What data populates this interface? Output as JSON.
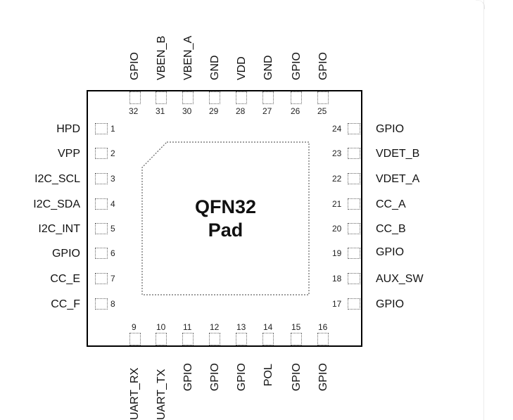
{
  "package": {
    "center_title": "QFN32",
    "center_subtitle": "Pad"
  },
  "pins": {
    "left": [
      {
        "num": "1",
        "name": "HPD"
      },
      {
        "num": "2",
        "name": "VPP"
      },
      {
        "num": "3",
        "name": "I2C_SCL"
      },
      {
        "num": "4",
        "name": "I2C_SDA"
      },
      {
        "num": "5",
        "name": "I2C_INT"
      },
      {
        "num": "6",
        "name": "GPIO"
      },
      {
        "num": "7",
        "name": "CC_E"
      },
      {
        "num": "8",
        "name": "CC_F"
      }
    ],
    "bottom": [
      {
        "num": "9",
        "name": "UART_RX"
      },
      {
        "num": "10",
        "name": "UART_TX"
      },
      {
        "num": "11",
        "name": "GPIO"
      },
      {
        "num": "12",
        "name": "GPIO"
      },
      {
        "num": "13",
        "name": "GPIO"
      },
      {
        "num": "14",
        "name": "POL"
      },
      {
        "num": "15",
        "name": "GPIO"
      },
      {
        "num": "16",
        "name": "GPIO"
      }
    ],
    "right": [
      {
        "num": "17",
        "name": "GPIO"
      },
      {
        "num": "18",
        "name": "AUX_SW"
      },
      {
        "num": "19",
        "name": "GPIO"
      },
      {
        "num": "20",
        "name": "CC_B"
      },
      {
        "num": "21",
        "name": "CC_A"
      },
      {
        "num": "22",
        "name": "VDET_A"
      },
      {
        "num": "23",
        "name": "VDET_B"
      },
      {
        "num": "24",
        "name": "GPIO"
      }
    ],
    "top": [
      {
        "num": "25",
        "name": "GPIO"
      },
      {
        "num": "26",
        "name": "GPIO"
      },
      {
        "num": "27",
        "name": "GND"
      },
      {
        "num": "28",
        "name": "VDD"
      },
      {
        "num": "29",
        "name": "GND"
      },
      {
        "num": "30",
        "name": "VBEN_A"
      },
      {
        "num": "31",
        "name": "VBEN_B"
      },
      {
        "num": "32",
        "name": "GPIO"
      }
    ]
  }
}
